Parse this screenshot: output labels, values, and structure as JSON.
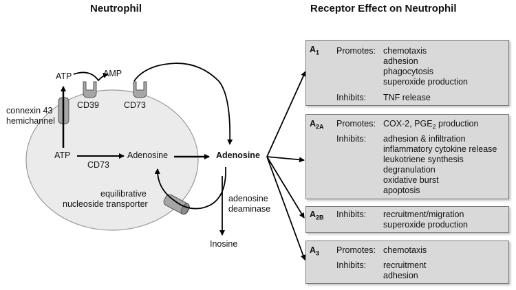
{
  "titles": {
    "left": "Neutrophil",
    "right": "Receptor Effect on Neutrophil"
  },
  "labels": {
    "atp_top": "ATP",
    "amp": "AMP",
    "cd39": "CD39",
    "cd73_top": "CD73",
    "connexin_line1": "connexin 43",
    "connexin_line2": "hemichannel",
    "atp_inner": "ATP",
    "cd73_inner": "CD73",
    "adenosine_inner": "Adenosine",
    "adenosine_outer": "Adenosine",
    "transporter_line1": "equilibrative",
    "transporter_line2": "nucleoside transporter",
    "deaminase_line1": "adenosine",
    "deaminase_line2": "deaminase",
    "inosine": "Inosine"
  },
  "receptors": [
    {
      "name": "A",
      "sub": "1",
      "promotes_label": "Promotes:",
      "promotes": [
        "chemotaxis",
        "adhesion",
        "phagocytosis",
        "superoxide production"
      ],
      "inhibits_label": "Inhibits:",
      "inhibits": [
        "TNF release"
      ]
    },
    {
      "name": "A",
      "sub": "2A",
      "promotes_label": "Promotes:",
      "promotes_main": "COX-2, PGE",
      "promotes_sub": "2",
      "promotes_tail": " production",
      "inhibits_label": "Inhibits:",
      "inhibits": [
        "adhesion & infiltration",
        "inflammatory cytokine release",
        "leukotriene synthesis",
        "degranulation",
        "oxidative burst",
        "apoptosis"
      ]
    },
    {
      "name": "A",
      "sub": "2B",
      "inhibits_label": "Inhibits:",
      "inhibits": [
        "recruitment/migration",
        "superoxide production"
      ]
    },
    {
      "name": "A",
      "sub": "3",
      "promotes_label": "Promotes:",
      "promotes": [
        "chemotaxis"
      ],
      "inhibits_label": "Inhibits:",
      "inhibits": [
        "recruitment",
        "adhesion"
      ]
    }
  ],
  "colors": {
    "cell_fill": "#ebebeb",
    "box_fill": "#d9d9d9",
    "channel_fill": "#a6a6a6"
  }
}
